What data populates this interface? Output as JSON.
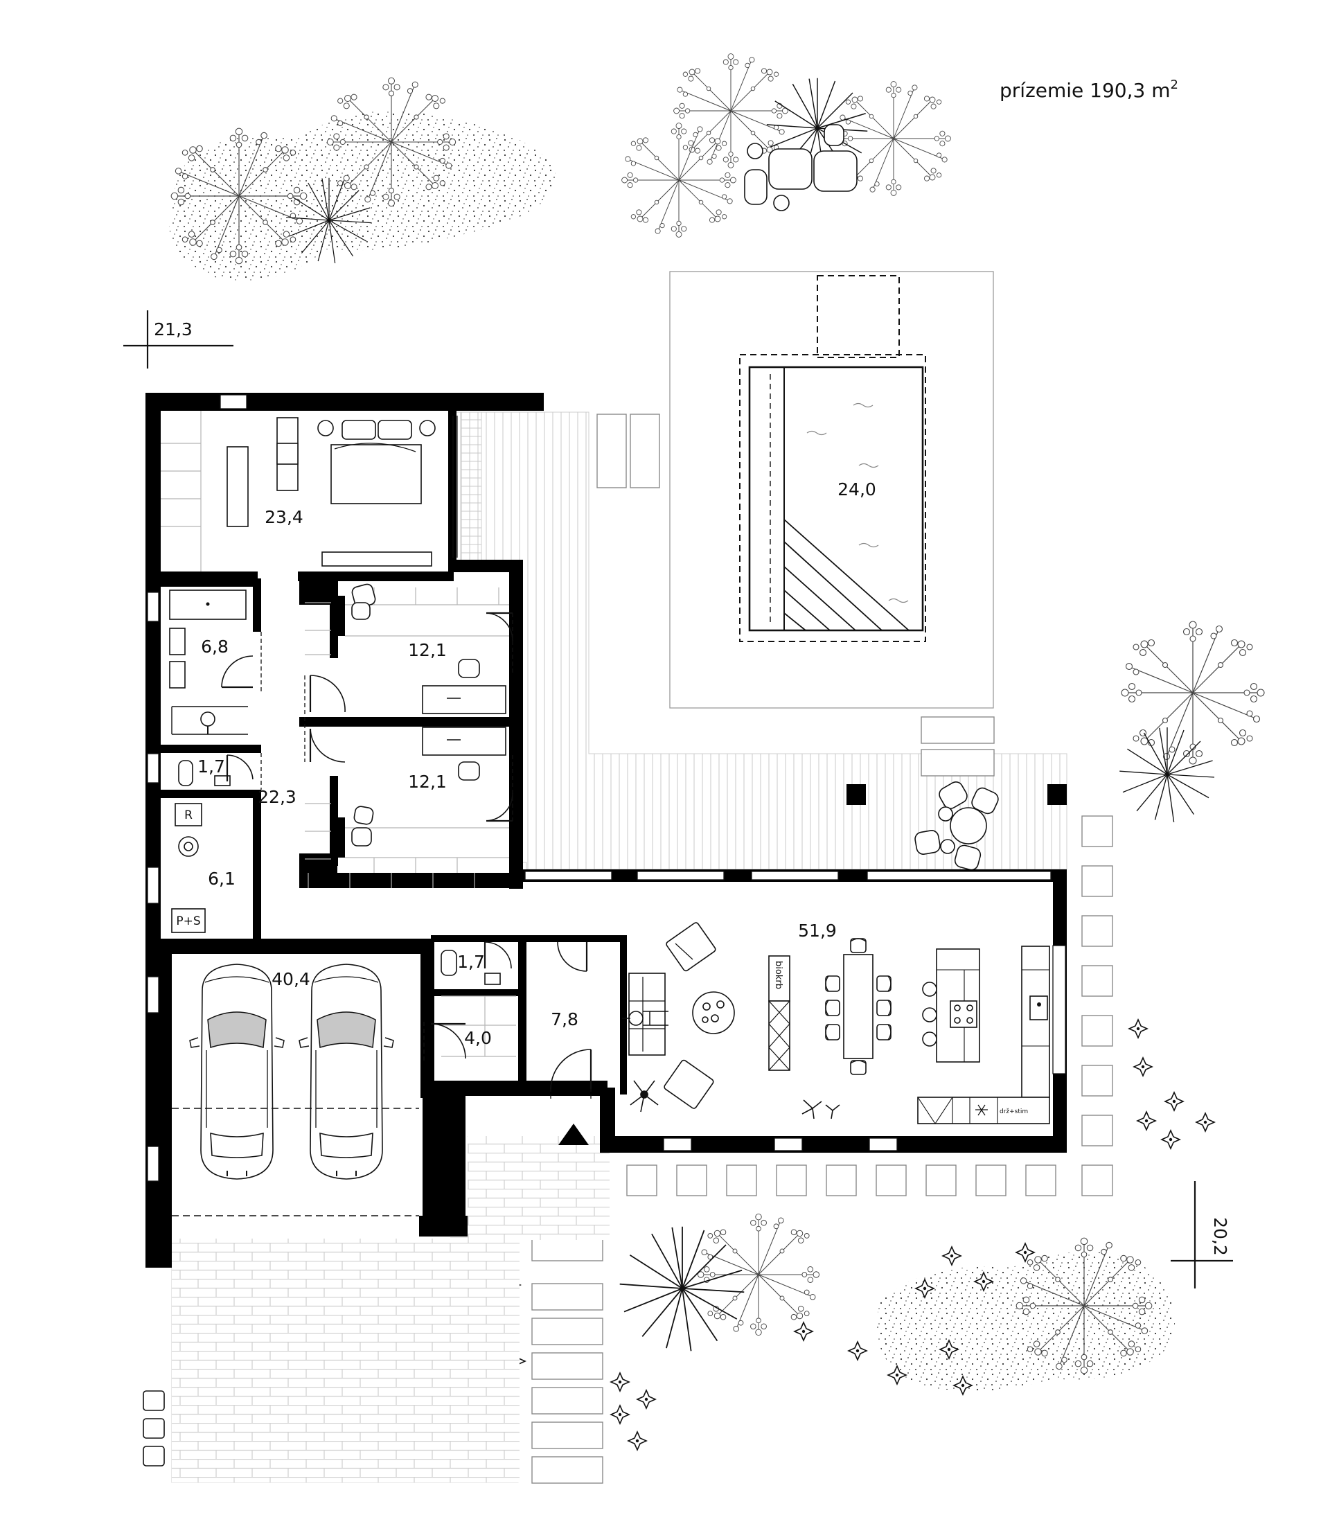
{
  "title": {
    "text": "prízemie 190,3 m",
    "superscript": "2"
  },
  "level_marks": {
    "top_left": "21,3",
    "bottom_right": "20,2"
  },
  "rooms": {
    "master_bedroom": "23,4",
    "bathroom": "6,8",
    "wc_1": "1,7",
    "hall": "22,3",
    "technical": "6,1",
    "bedroom_1": "12,1",
    "bedroom_2": "12,1",
    "garage": "40,4",
    "wc_2": "1,7",
    "vestibule": "4,0",
    "entrance": "7,8",
    "living": "51,9",
    "pool": "24,0"
  },
  "symbols": {
    "refrigerator": "R",
    "washer_dryer": "P+S",
    "fireplace": "biokrb",
    "pantry": "drž+stim"
  },
  "icons": [
    "entrance-arrow-icon",
    "tree-icon",
    "shrub-icon",
    "car-icon",
    "bed-icon",
    "sofa-icon",
    "dining-table-icon",
    "sink-icon",
    "hob-icon",
    "person-icon",
    "flower-icon"
  ]
}
